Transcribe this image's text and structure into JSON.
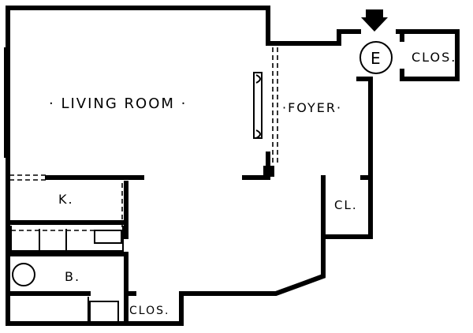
{
  "labels": {
    "living_room": "· LIVING ROOM ·",
    "foyer": "·FOYER·",
    "entry": "E",
    "closet_entry": "CLOS.",
    "kitchen": "K.",
    "bath": "B.",
    "closet_small": "CL.",
    "closet_bottom": "CLOS."
  },
  "entry_arrow": "arrow-down-icon"
}
